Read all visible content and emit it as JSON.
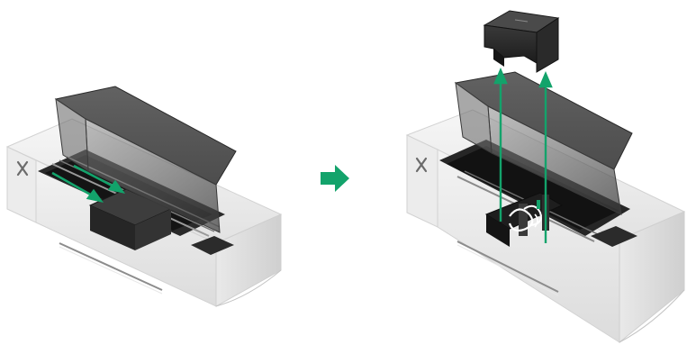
{
  "figure": {
    "steps": [
      {
        "id": "step-1",
        "description_icon": "printer-lid-open-slide-carriage"
      },
      {
        "id": "step-2",
        "description_icon": "printer-lift-off-cover"
      }
    ],
    "transition_icon": "right-arrow-icon",
    "colors": {
      "accent_green": "#13a36b",
      "body_white": "#f1f1f1",
      "body_shadow": "#c9c9c9",
      "lid_smoke": "#4a4a4a",
      "interior_dark": "#1f1f1f",
      "brand_mark": "#6b6b6b"
    }
  }
}
